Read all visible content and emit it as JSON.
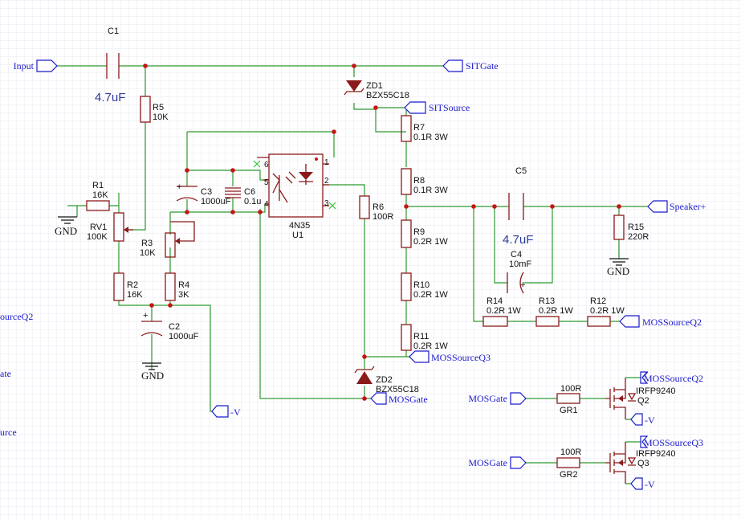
{
  "components": {
    "C1": {
      "ref": "C1",
      "value": "4.7uF"
    },
    "R5": {
      "ref": "R5",
      "value": "10K"
    },
    "ZD1": {
      "ref": "ZD1",
      "value": "BZX55C18"
    },
    "R1": {
      "ref": "R1",
      "value": "16K"
    },
    "RV1": {
      "ref": "RV1",
      "value": "100K"
    },
    "R2": {
      "ref": "R2",
      "value": "16K"
    },
    "C2": {
      "ref": "C2",
      "value": "1000uF"
    },
    "C3": {
      "ref": "C3",
      "value": "1000uF"
    },
    "C6": {
      "ref": "C6",
      "value": "0.1u"
    },
    "R3": {
      "ref": "R3",
      "value": "10K"
    },
    "R4": {
      "ref": "R4",
      "value": "3K"
    },
    "U1": {
      "ref": "U1",
      "value": "4N35"
    },
    "R6": {
      "ref": "R6",
      "value": "100R"
    },
    "ZD2": {
      "ref": "ZD2",
      "value": "BZX55C18"
    },
    "R7": {
      "ref": "R7",
      "value": "0.1R 3W"
    },
    "R8": {
      "ref": "R8",
      "value": "0.1R 3W"
    },
    "R9": {
      "ref": "R9",
      "value": "0.2R 1W"
    },
    "R10": {
      "ref": "R10",
      "value": "0.2R 1W"
    },
    "R11": {
      "ref": "R11",
      "value": "0.2R 1W"
    },
    "C5": {
      "ref": "C5",
      "value": "4.7uF"
    },
    "C4": {
      "ref": "C4",
      "value": "10mF"
    },
    "R15": {
      "ref": "R15",
      "value": "220R"
    },
    "R14": {
      "ref": "R14",
      "value": "0.2R  1W"
    },
    "R13": {
      "ref": "R13",
      "value": "0.2R  1W"
    },
    "R12": {
      "ref": "R12",
      "value": "0.2R  1W"
    },
    "GR1": {
      "ref": "GR1",
      "value": "100R"
    },
    "GR2": {
      "ref": "GR2",
      "value": "100R"
    },
    "Q2": {
      "ref": "Q2",
      "value": "IRFP9240"
    },
    "Q3": {
      "ref": "Q3",
      "value": "IRFP9240"
    }
  },
  "u1_pins": [
    "1",
    "2",
    "3",
    "4",
    "5",
    "6"
  ],
  "nets": {
    "input": "Input",
    "sitgate": "SITGate",
    "sitsource": "SITSource",
    "speaker": "Speaker+",
    "mossource_q3": "MOSSourceQ3",
    "mossource_q2": "MOSSourceQ2",
    "mosgate": "MOSGate",
    "vneg": "-V",
    "gnd": "GND",
    "q2_source": "MOSSourceQ2",
    "q2_gate": "MOSGate",
    "q2_drain": "-V",
    "q3_source": "MOSSourceQ3",
    "q3_gate": "MOSGate",
    "q3_drain": "-V"
  },
  "edge_labels": {
    "left1": "ourceQ2",
    "left2": "ate",
    "left3": "urce"
  },
  "colors": {
    "wire": "#2e9a2e",
    "part": "#8b1a1a",
    "net_label": "#1a1acd",
    "junction": "#c81414",
    "grid": "#e4e4ee"
  }
}
